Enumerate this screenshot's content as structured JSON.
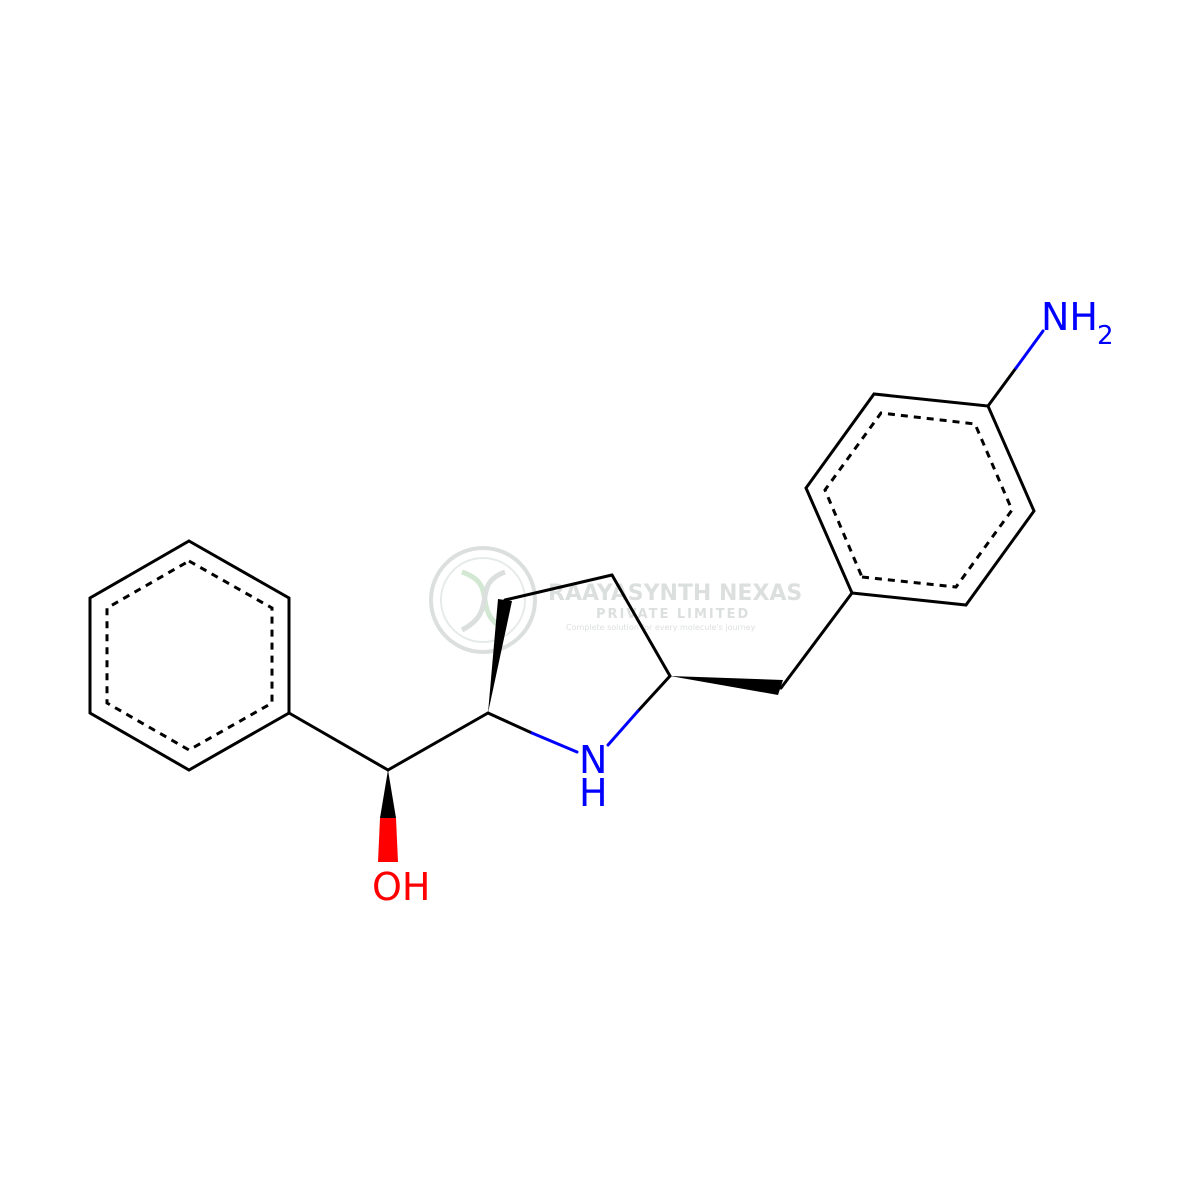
{
  "molecule": {
    "atoms": {
      "amine": {
        "symbol": "NH",
        "subscript": "2",
        "color": "#0000ff"
      },
      "ring_nitrogen": {
        "symbol": "N",
        "hydrogen": "H",
        "color": "#0000ff"
      },
      "hydroxyl": {
        "symbol": "OH",
        "color": "#ff0000"
      }
    },
    "bond_color": "#000000"
  },
  "watermark": {
    "company": "RAAYASYNTH NEXAS",
    "subtitle": "PRIVATE LIMITED",
    "tagline": "Complete solution for every molecule's journey",
    "color": "#9aa5a0"
  }
}
